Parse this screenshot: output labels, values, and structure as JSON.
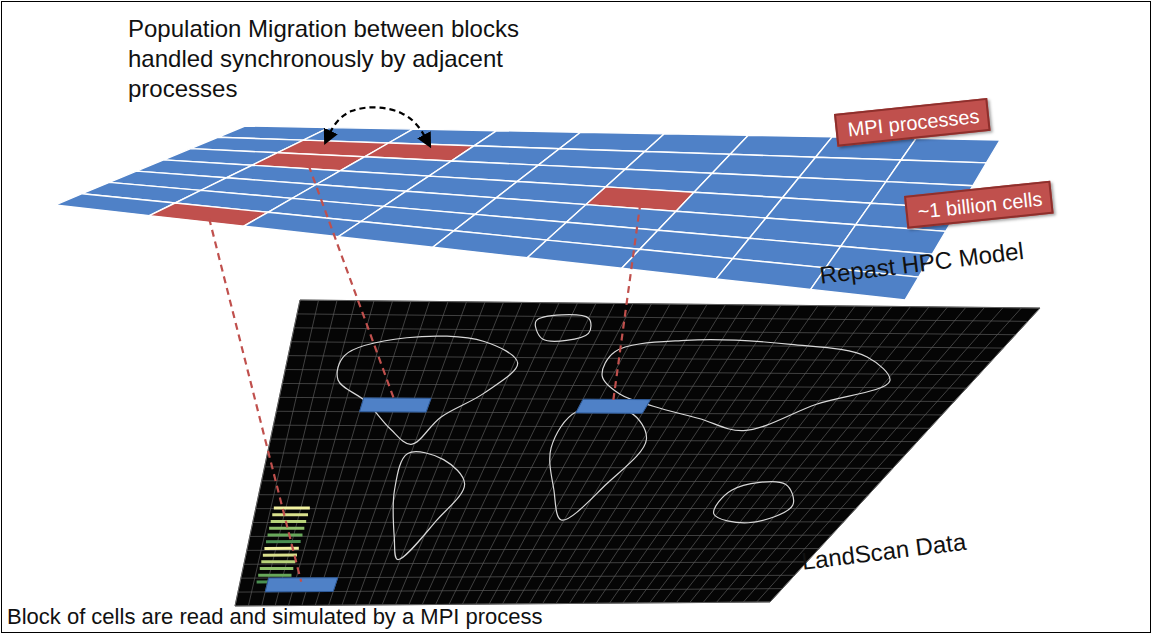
{
  "diagram": {
    "caption": "Block of cells are read and simulated by a MPI process",
    "nodes": [
      {
        "text": [
          "MPI processes"
        ]
      },
      {
        "text": [
          "~1 billion cells"
        ]
      }
    ],
    "labels": [
      "Population Migration between blocks handled synchronously by adjacent processes",
      "Repast HPC Model",
      "LandScan Data"
    ]
  }
}
